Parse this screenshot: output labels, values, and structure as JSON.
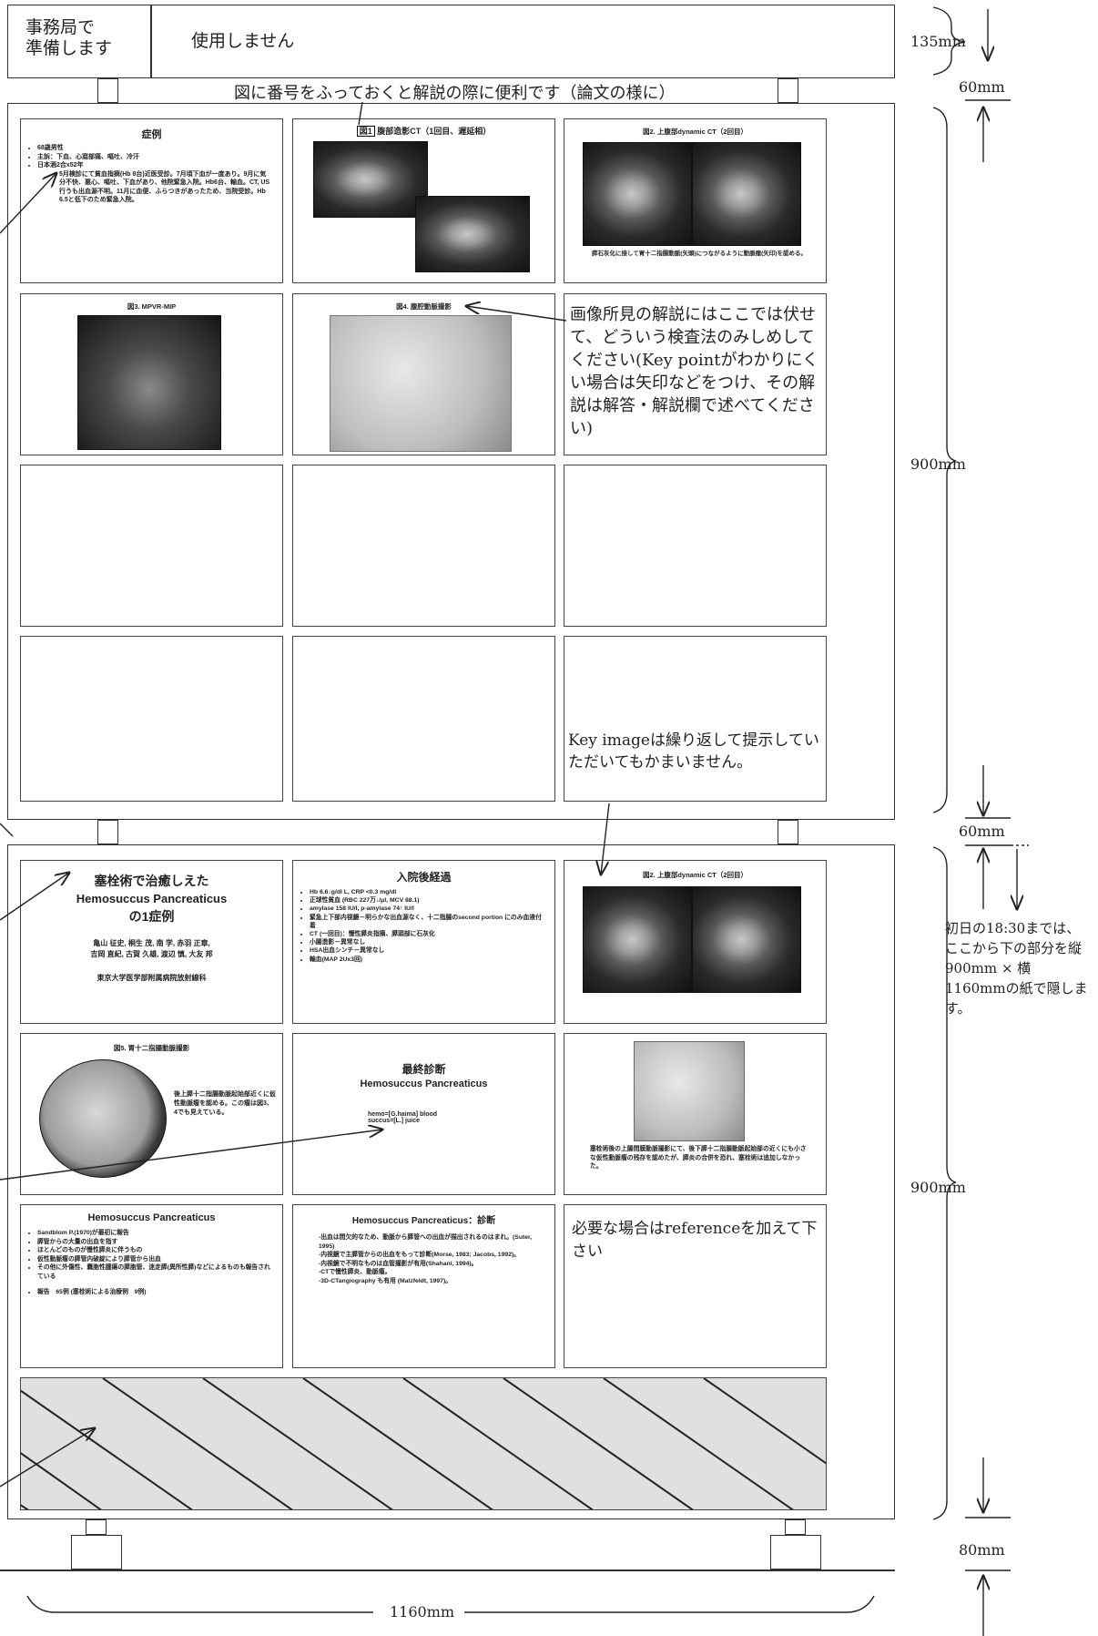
{
  "header": {
    "office_label": "事務局で\n準備します",
    "unused_label": "使用しません",
    "numbering_note": "図に番号をふっておくと解説の際に便利です（論文の様に）"
  },
  "panels_top": [
    {
      "title": "症例",
      "bullets": [
        "68歳男性",
        "主訴：下血、心窩部痛、嘔吐、冷汗",
        "日本酒2合x52年"
      ],
      "body": "5月検診にて貧血指摘(Hb 8台)近医受診。7月頃下血が一度あり。9月に気分不快、悪心、嘔吐、下血があり、他院緊急入院。Hb6台、輸血。CT, US行うも出血源不明。11月に血便、ふらつきがあったため、当院受診。Hb 6.5と低下のため緊急入院。"
    },
    {
      "title_num": "図1",
      "title": "腹部造影CT（1回目、遅延相）"
    },
    {
      "title": "図2. 上腹部dynamic CT（2回目）",
      "caption": "膵石灰化に接して胃十二指腸動脈(矢頭)につながるように動脈瘤(矢印)を認める。"
    },
    {
      "title": "図3. MPVR-MIP"
    },
    {
      "title": "図4. 腹腔動脈撮影"
    }
  ],
  "notes": {
    "image_note": "画像所見の解説にはここでは伏せて、どういう検査法のみしめしてください(Key pointがわかりにくい場合は矢印などをつけ、その解説は解答・解説欄で述べてください)",
    "key_image_note": "Key imageは繰り返して提示していただいてもかまいません。",
    "reference_note": "必要な場合はreferenceを加えて下さい",
    "hide_note": "初日の18:30までは、ここから下の部分を縦900mm × 横1160mmの紙で隠します。"
  },
  "panels_bottom": [
    {
      "title1": "塞栓術で治癒しえた",
      "title2": "Hemosuccus Pancreaticus",
      "title3": "の1症例",
      "authors": "亀山 征史, 桐生 茂, 南 学, 赤羽 正章,\n吉岡 直紀, 古賀 久雄, 渡辺 慎, 大友 邦",
      "affiliation": "東京大学医学部附属病院放射線科"
    },
    {
      "title": "入院後経過",
      "bullets": [
        "Hb 6.6↓g/dl L, CRP <0.3 mg/dl",
        "正球性貧血 (RBC 227万↓/μl, MCV 88.1)",
        "amylase 158 IU/l, p-amylase 74↑ IU/l",
        "緊急上下部内視鏡－明らかな出血源なく、十二指腸のsecond portion にのみ血液付着",
        "CT (一回目)：慢性膵炎指摘、膵頭部に石灰化",
        "小腸造影－異常なし",
        "HSA出血シンチ－異常なし",
        "輸血(MAP 2Ux3回)"
      ]
    },
    {
      "title": "図2. 上腹部dynamic CT（2回目）"
    },
    {
      "title": "図5. 胃十二指腸動脈撮影",
      "caption": "後上膵十二指腸動脈起始部近くに仮性動脈瘤を認める。この瘤は図3、4でも見えている。"
    },
    {
      "title": "最終診断",
      "subtitle": "Hemosuccus Pancreaticus",
      "etym1": "hemo=[G.haima] blood",
      "etym2": "succus=[L.] juice"
    },
    {
      "caption": "塞栓術後の上腸間膜動脈撮影にて、後下膵十二指腸動脈起始部の近くにも小さな仮性動脈瘤の残存を認めたが、膵炎の合併を恐れ、塞栓術は追加しなかった。"
    },
    {
      "title": "Hemosuccus Pancreaticus",
      "bullets": [
        "Sandblom P.(1970)が最初に報告",
        "膵管からの大量の出血を指す",
        "ほとんどのものが慢性膵炎に伴うもの",
        "仮性動脈瘤の膵管内破綻により膵管から出血",
        "その他に外傷性、嚢胞性腫瘍の膵胞管、迷走膵(異所性膵)などによるものも報告されている",
        "報告　65例 (塞栓術による治療例　9例)"
      ]
    },
    {
      "title": "Hemosuccus Pancreaticus：診断",
      "lines": [
        "-出血は間欠的なため、動脈から膵管への出血が描出されるのはまれ。(Suter, 1995)",
        "-内視鏡で主膵管からの出血をもって診断(Morse, 1983; Jacobs, 1992)。",
        "-内視鏡で不明なものは血管撮影が有用(Shahani, 1994)。",
        "-CTで慢性膵炎、動脈瘤。",
        "-3D-CTangiography も有用 (Malzfeldt, 1997)。"
      ]
    }
  ],
  "dimensions": {
    "d135": "135mm",
    "d60a": "60mm",
    "d900a": "900mm",
    "d60b": "60mm",
    "d900b": "900mm",
    "d80": "80mm",
    "d1160": "1160mm"
  }
}
